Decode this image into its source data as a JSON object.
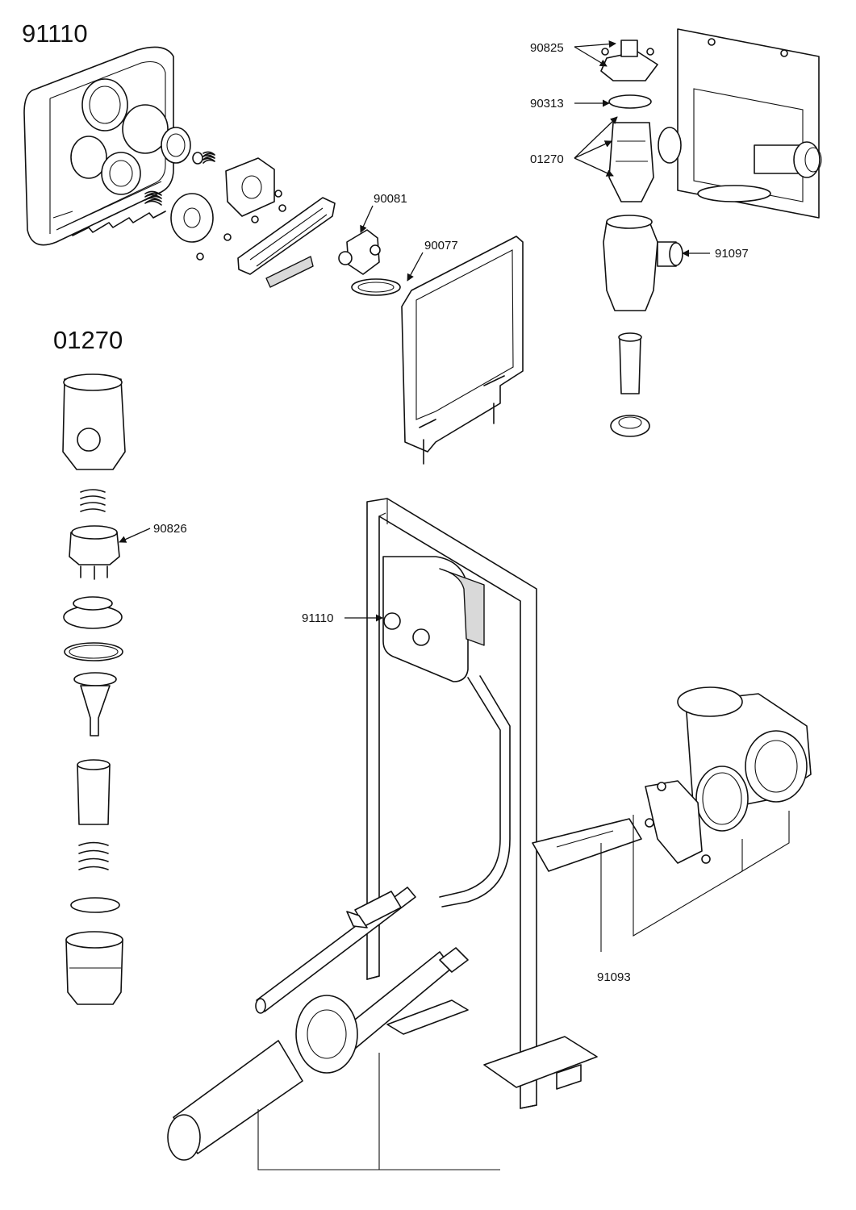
{
  "titles": {
    "assembly_main": "91110",
    "assembly_valve": "01270"
  },
  "callouts": {
    "c90825": "90825",
    "c90313": "90313",
    "c01270": "01270",
    "c91097": "91097",
    "c90081": "90081",
    "c90077": "90077",
    "c90826": "90826",
    "c91110": "91110",
    "c91093": "91093"
  }
}
